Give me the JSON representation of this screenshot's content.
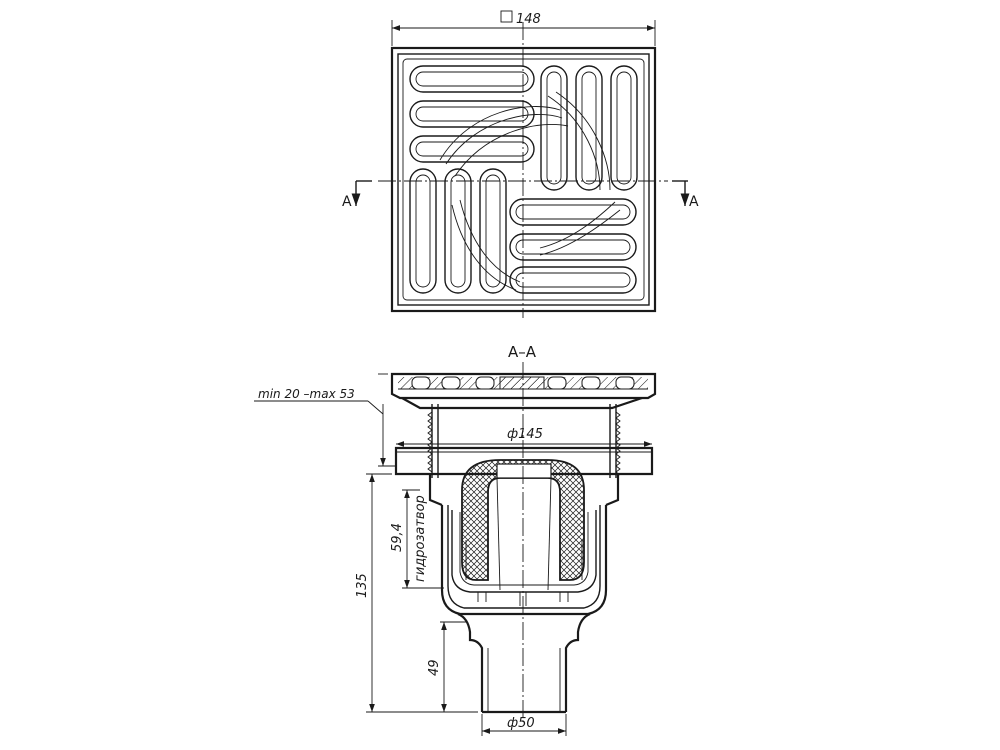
{
  "plan": {
    "dimension_label": "148",
    "section_mark_left": "A",
    "section_mark_right": "A"
  },
  "section": {
    "title": "A–A",
    "adjust_label": "min 20 –max 53",
    "flange_dia_label": "ф145",
    "water_seal_value": "59,4",
    "water_seal_text": "гидрозатвор",
    "height_total": "135",
    "outlet_height": "49",
    "outlet_dia_label": "ф50"
  }
}
